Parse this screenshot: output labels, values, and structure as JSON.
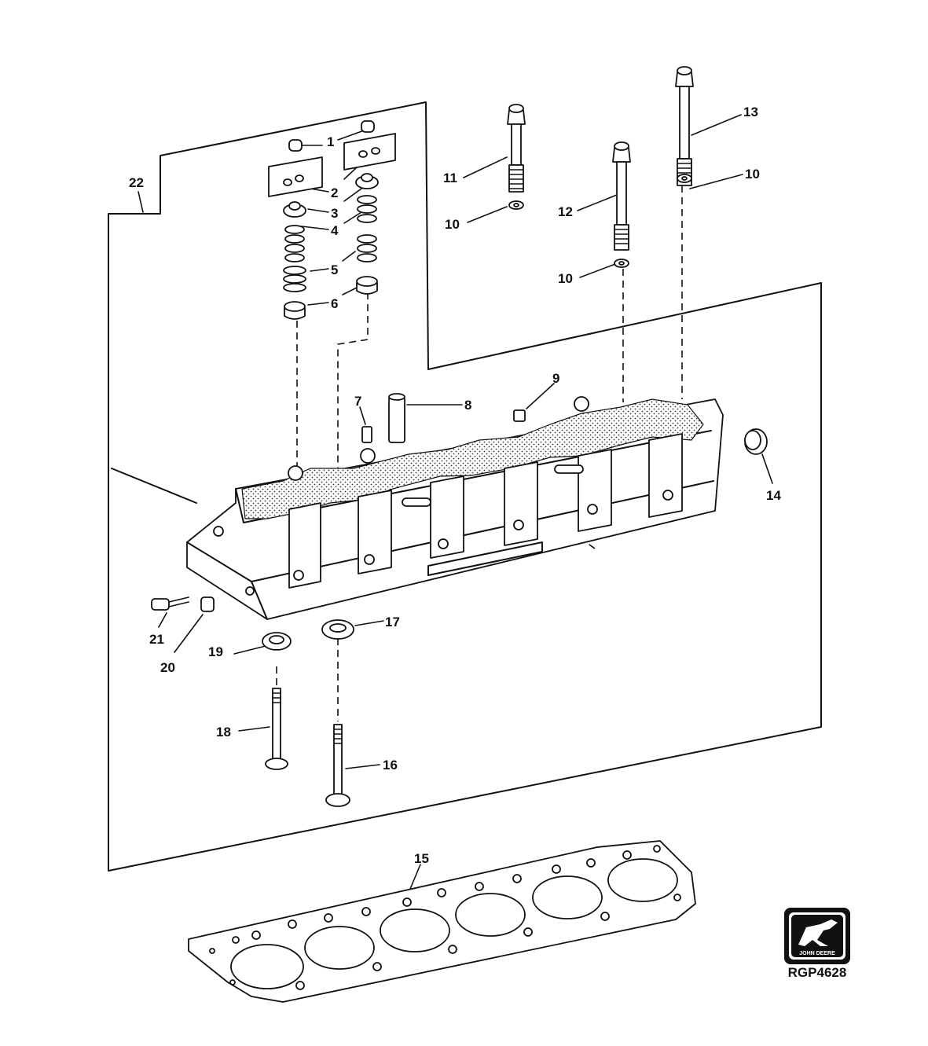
{
  "callouts": {
    "c1": "1",
    "c2": "2",
    "c3": "3",
    "c4": "4",
    "c5": "5",
    "c6": "6",
    "c7": "7",
    "c8": "8",
    "c9": "9",
    "c10a": "10",
    "c10b": "10",
    "c10c": "10",
    "c11": "11",
    "c12": "12",
    "c13": "13",
    "c14": "14",
    "c15": "15",
    "c16": "16",
    "c17": "17",
    "c18": "18",
    "c19": "19",
    "c20": "20",
    "c21": "21",
    "c22": "22"
  },
  "logo": {
    "text": "JOHN DEERE"
  },
  "reference_code": "RGP4628"
}
